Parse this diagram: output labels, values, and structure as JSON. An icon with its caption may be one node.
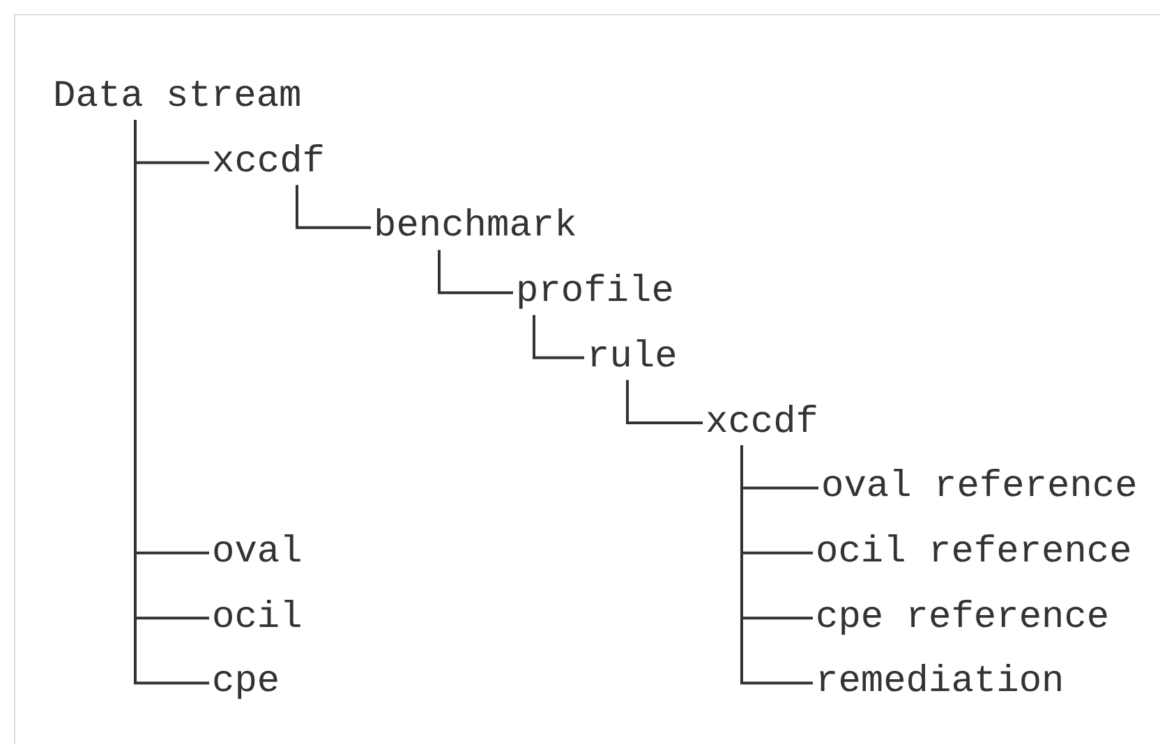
{
  "diagram": {
    "nodes": [
      {
        "text": [
          "Data stream"
        ]
      },
      {
        "text": [
          "xccdf"
        ]
      },
      {
        "text": [
          "benchmark"
        ]
      },
      {
        "text": [
          "profile"
        ]
      },
      {
        "text": [
          "rule"
        ]
      },
      {
        "text": [
          "xccdf"
        ]
      },
      {
        "text": [
          "oval reference"
        ]
      },
      {
        "text": [
          "oval"
        ]
      },
      {
        "text": [
          "ocil reference"
        ]
      },
      {
        "text": [
          "ocil"
        ]
      },
      {
        "text": [
          "cpe reference"
        ]
      },
      {
        "text": [
          "cpe"
        ]
      },
      {
        "text": [
          "remediation"
        ]
      }
    ],
    "edges": [
      {
        "from": 0,
        "to": 1,
        "arrow": "none"
      },
      {
        "from": 1,
        "to": 2,
        "arrow": "none"
      },
      {
        "from": 2,
        "to": 3,
        "arrow": "none"
      },
      {
        "from": 3,
        "to": 4,
        "arrow": "none"
      },
      {
        "from": 4,
        "to": 5,
        "arrow": "none"
      },
      {
        "from": 5,
        "to": 6,
        "arrow": "none"
      },
      {
        "from": 5,
        "to": 8,
        "arrow": "none"
      },
      {
        "from": 5,
        "to": 10,
        "arrow": "none"
      },
      {
        "from": 5,
        "to": 12,
        "arrow": "none"
      },
      {
        "from": 0,
        "to": 7,
        "arrow": "none"
      },
      {
        "from": 0,
        "to": 9,
        "arrow": "none"
      },
      {
        "from": 0,
        "to": 11,
        "arrow": "none"
      }
    ]
  }
}
